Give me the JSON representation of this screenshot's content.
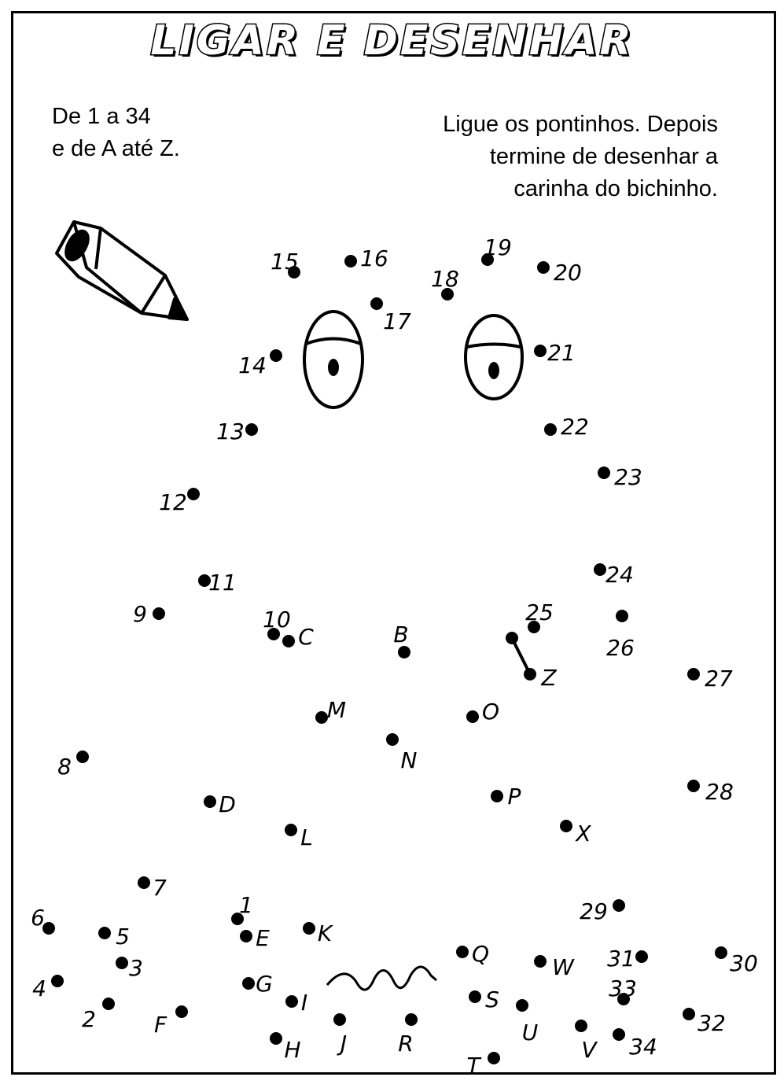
{
  "title": "LIGAR E DESENHAR",
  "instructions_left": [
    "De 1 a 34",
    "e de A até Z."
  ],
  "instructions_right": [
    "Ligue os pontinhos. Depois",
    "termine de desenhar a",
    "carinha do bichinho."
  ],
  "icons": [
    "pencil-icon",
    "eye-icon",
    "eye-icon",
    "mouth-squiggle"
  ],
  "number_dots": [
    {
      "label": "1"
    },
    {
      "label": "2"
    },
    {
      "label": "3"
    },
    {
      "label": "4"
    },
    {
      "label": "5"
    },
    {
      "label": "6"
    },
    {
      "label": "7"
    },
    {
      "label": "8"
    },
    {
      "label": "9"
    },
    {
      "label": "10"
    },
    {
      "label": "11"
    },
    {
      "label": "12"
    },
    {
      "label": "13"
    },
    {
      "label": "14"
    },
    {
      "label": "15"
    },
    {
      "label": "16"
    },
    {
      "label": "17"
    },
    {
      "label": "18"
    },
    {
      "label": "19"
    },
    {
      "label": "20"
    },
    {
      "label": "21"
    },
    {
      "label": "22"
    },
    {
      "label": "23"
    },
    {
      "label": "24"
    },
    {
      "label": "25"
    },
    {
      "label": "26"
    },
    {
      "label": "27"
    },
    {
      "label": "28"
    },
    {
      "label": "29"
    },
    {
      "label": "30"
    },
    {
      "label": "31"
    },
    {
      "label": "32"
    },
    {
      "label": "33"
    },
    {
      "label": "34"
    }
  ],
  "letter_dots": [
    {
      "label": "B"
    },
    {
      "label": "C"
    },
    {
      "label": "D"
    },
    {
      "label": "E"
    },
    {
      "label": "F"
    },
    {
      "label": "G"
    },
    {
      "label": "H"
    },
    {
      "label": "I"
    },
    {
      "label": "J"
    },
    {
      "label": "K"
    },
    {
      "label": "L"
    },
    {
      "label": "M"
    },
    {
      "label": "N"
    },
    {
      "label": "O"
    },
    {
      "label": "P"
    },
    {
      "label": "Q"
    },
    {
      "label": "R"
    },
    {
      "label": "S"
    },
    {
      "label": "T"
    },
    {
      "label": "U"
    },
    {
      "label": "V"
    },
    {
      "label": "W"
    },
    {
      "label": "X"
    },
    {
      "label": "Z"
    }
  ]
}
